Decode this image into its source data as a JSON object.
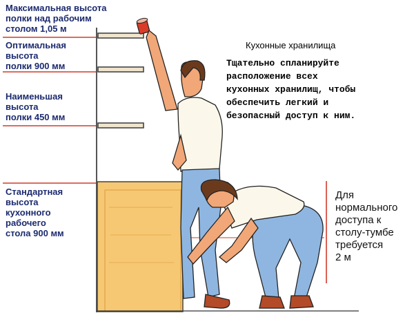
{
  "labels": {
    "max_shelf": "Максимальная высота\nполки над рабочим\nстолом 1,05 м",
    "opt_shelf": "Оптимальная\nвысота\nполки 900 мм",
    "min_shelf": "Наименьшая\nвысота\nполки 450 мм",
    "std_counter": "Стандартная\nвысота\nкухонного\nрабочего\nстола 900 мм"
  },
  "title": "Кухонные хранилища",
  "note": "Тщательно спланируйте\nрасположение всех\nкухонных хранилищ, чтобы\nобеспечить легкий и\nбезопасный доступ к ним.",
  "access": "Для\nнормального\nдоступа к\nстолу-тумбе\nтребуется\n2 м",
  "colors": {
    "label_text": "#1c2a6e",
    "guide_line": "#d23a2a",
    "shelf": "#efe4cd",
    "cabinet": "#f6c873",
    "jeans": "#8fb6e0",
    "skin": "#f1a777",
    "hair": "#6b3a1d"
  }
}
